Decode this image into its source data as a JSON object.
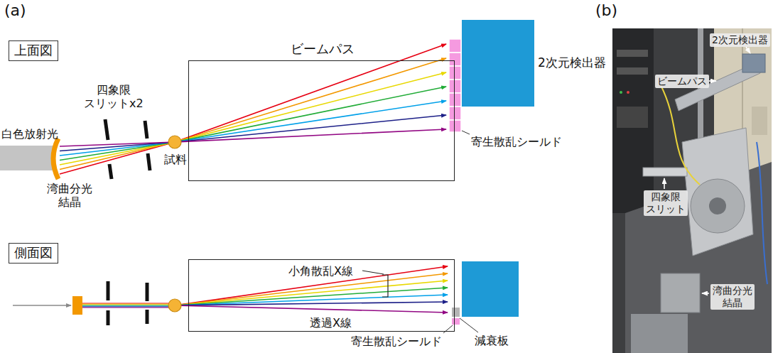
{
  "diagram": {
    "nodes": [
      {
        "text": [
          "上面図"
        ]
      },
      {
        "text": [
          "ビームパス"
        ]
      },
      {
        "text": [
          "側面図"
        ]
      },
      {
        "text": [
          "小角散乱X線",
          "透過X線"
        ]
      }
    ],
    "labels": [
      "(a)",
      "(b)",
      "白色放射光",
      "湾曲分光 結晶",
      "四象限 スリットx2",
      "試料",
      "2次元検出器",
      "寄生散乱シールド",
      "寄生散乱シールド",
      "減衰板",
      "2次元検出器",
      "ビームパス",
      "四象限 スリット",
      "湾曲分光 結晶"
    ]
  }
}
